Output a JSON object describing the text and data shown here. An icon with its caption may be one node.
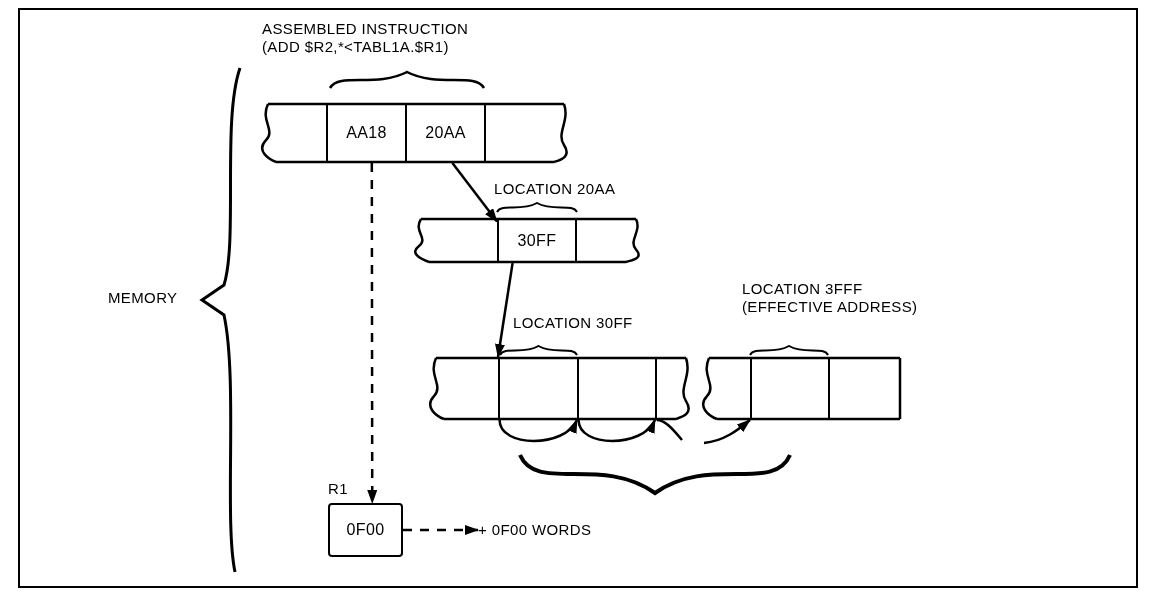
{
  "diagram": {
    "nodes": [
      {
        "text": [],
        "shape": "bar"
      },
      {
        "text": [
          "AA18"
        ],
        "in": 0
      },
      {
        "text": [
          "20AA"
        ],
        "in": 0
      },
      {
        "text": [],
        "shape": "box",
        "in": 0
      },
      {
        "text": [],
        "shape": "bar"
      },
      {
        "text": [
          "30FF"
        ],
        "in": 4
      },
      {
        "text": [],
        "shape": "box",
        "in": 4
      },
      {
        "text": [],
        "shape": "bar"
      },
      {
        "text": [],
        "shape": "box",
        "in": 7
      },
      {
        "text": [],
        "shape": "box",
        "in": 7
      },
      {
        "text": [],
        "shape": "box",
        "in": 7
      },
      {
        "text": [],
        "shape": "bar"
      },
      {
        "text": [],
        "shape": "box",
        "in": 11
      },
      {
        "text": [],
        "shape": "box",
        "in": 11
      },
      {
        "text": [
          "0F00"
        ],
        "beside": [
          "R1"
        ]
      },
      {
        "text": [
          "+ 0F00 WORDS"
        ]
      }
    ],
    "edges": [
      {
        "from": 1,
        "to": 14,
        "arrow": "to",
        "style": "dashed"
      },
      {
        "from": 2,
        "to": 5,
        "arrow": "to"
      },
      {
        "from": 5,
        "to": 8,
        "arrow": "to"
      },
      {
        "from": 8,
        "to": 9,
        "arrow": "to"
      },
      {
        "from": 9,
        "to": 10,
        "arrow": "to"
      },
      {
        "from": 10,
        "to": null,
        "arrow": "none"
      },
      {
        "from": null,
        "to": 12,
        "arrow": "to"
      },
      {
        "from": 14,
        "to": 15,
        "arrow": "to",
        "style": "dashed"
      }
    ],
    "labels": [
      "ASSEMBLED INSTRUCTION (ADD $R2,*<TABL1A.$R1)",
      "LOCATION 20AA",
      "LOCATION 30FF",
      "LOCATION 3FFF (EFFECTIVE ADDRESS)",
      "MEMORY"
    ]
  }
}
